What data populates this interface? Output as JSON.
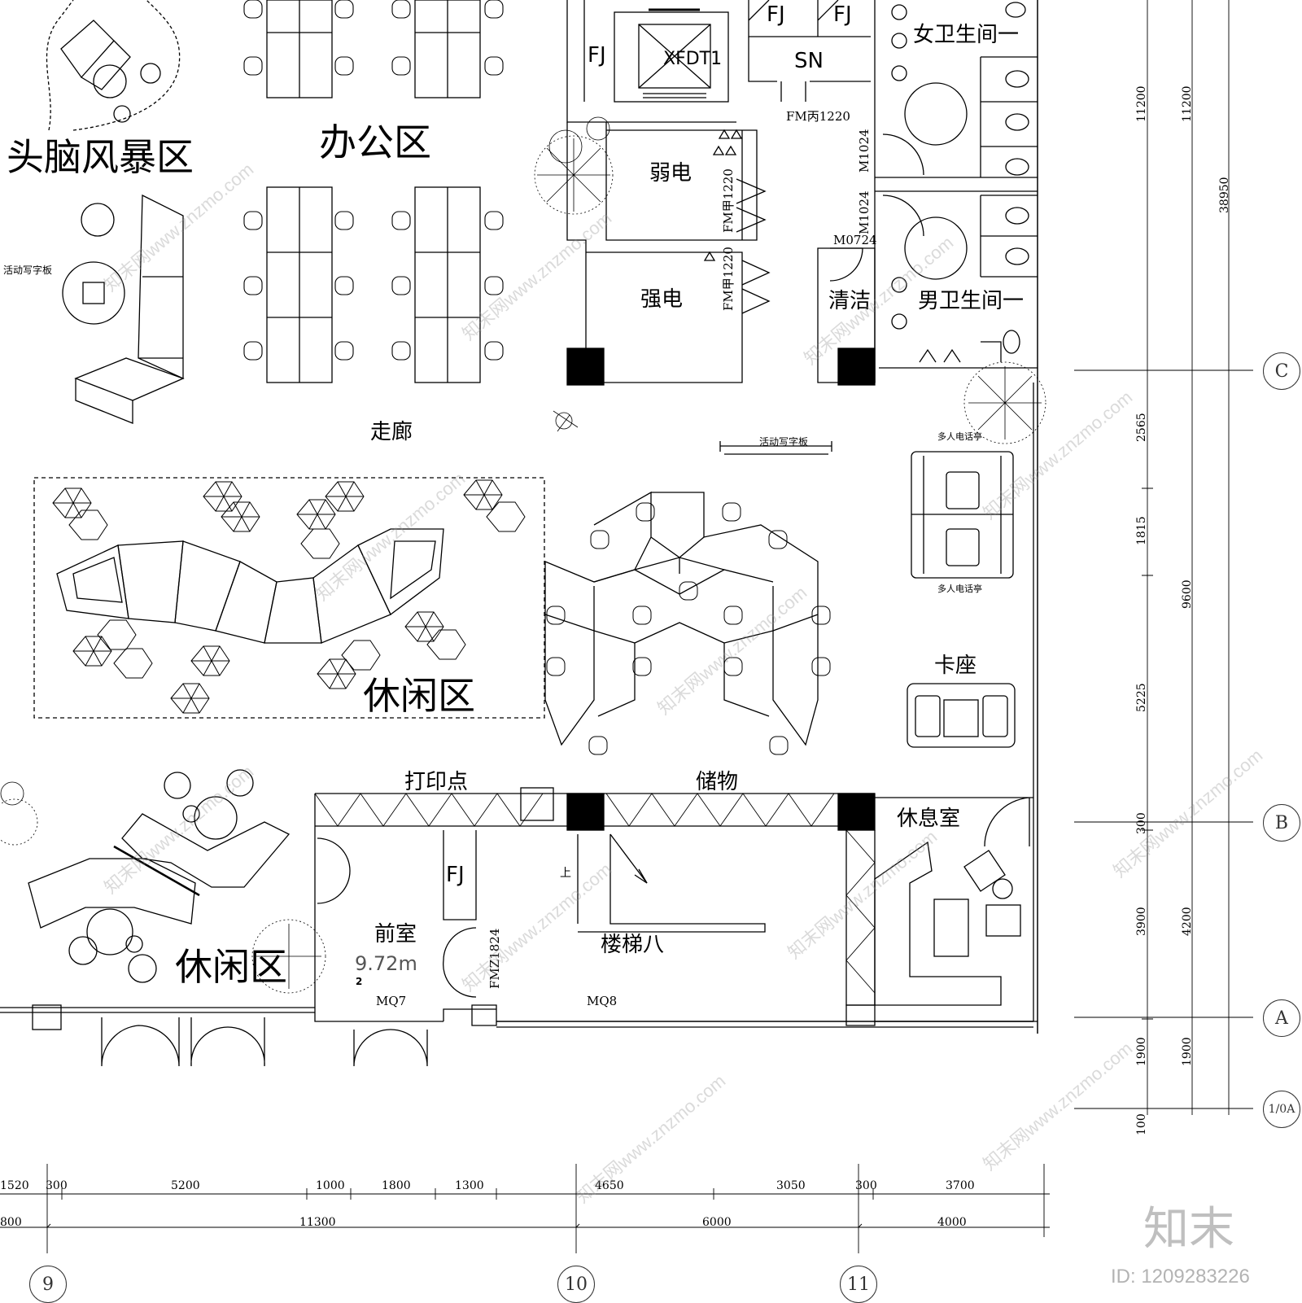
{
  "rooms": {
    "brainstorm": "头脑风暴区",
    "office": "办公区",
    "leisure_1": "休闲区",
    "leisure_2": "休闲区",
    "corridor": "走廊",
    "weak_power": "弱电",
    "strong_power": "强电",
    "cleaning": "清洁",
    "women_wc": "女卫生间一",
    "men_wc": "男卫生间一",
    "booth": "卡座",
    "lounge": "休息室",
    "print": "打印点",
    "storage": "储物",
    "stair": "楼梯八",
    "anteroom": "前室",
    "anteroom_area": "9.72m",
    "anteroom_idx": "2",
    "fj_1": "FJ",
    "fj_2": "FJ",
    "fj_3": "FJ",
    "fj_4": "FJ",
    "sn": "SN",
    "elevator": "XFDT1",
    "whiteboard_1": "活动写字板",
    "whiteboard_2": "活动写字板",
    "phone_booth_1": "多人电话亭",
    "phone_booth_2": "多人电话亭",
    "stair_up": "上"
  },
  "doors": {
    "fm_bing": "FM丙1220",
    "fm_jia_1": "FM甲1220",
    "fm_jia_2": "FM甲1220",
    "m1024_1": "M1024",
    "m1024_2": "M1024",
    "m0724": "M0724",
    "fmz": "FMZ1824",
    "mq7": "MQ7",
    "mq8": "MQ8"
  },
  "dimensions": {
    "bottom_row1": [
      "1520",
      "300",
      "5200",
      "1000",
      "1800",
      "1300",
      "4650",
      "3050",
      "300",
      "3700"
    ],
    "bottom_row2": [
      "800",
      "11300",
      "6000",
      "4000"
    ],
    "right_inner": [
      "11200",
      "2565",
      "1815",
      "5225",
      "300",
      "3900",
      "1900",
      "100"
    ],
    "right_outer": [
      "11200",
      "38950",
      "9600",
      "4200",
      "1900"
    ]
  },
  "axes": {
    "vertical": [
      "9",
      "10",
      "11"
    ],
    "horizontal": [
      "C",
      "B",
      "A",
      "1/0A"
    ]
  },
  "watermark": {
    "logo": "知末",
    "id": "ID: 1209283226",
    "repeat": "知末网www.znzmo.com"
  }
}
